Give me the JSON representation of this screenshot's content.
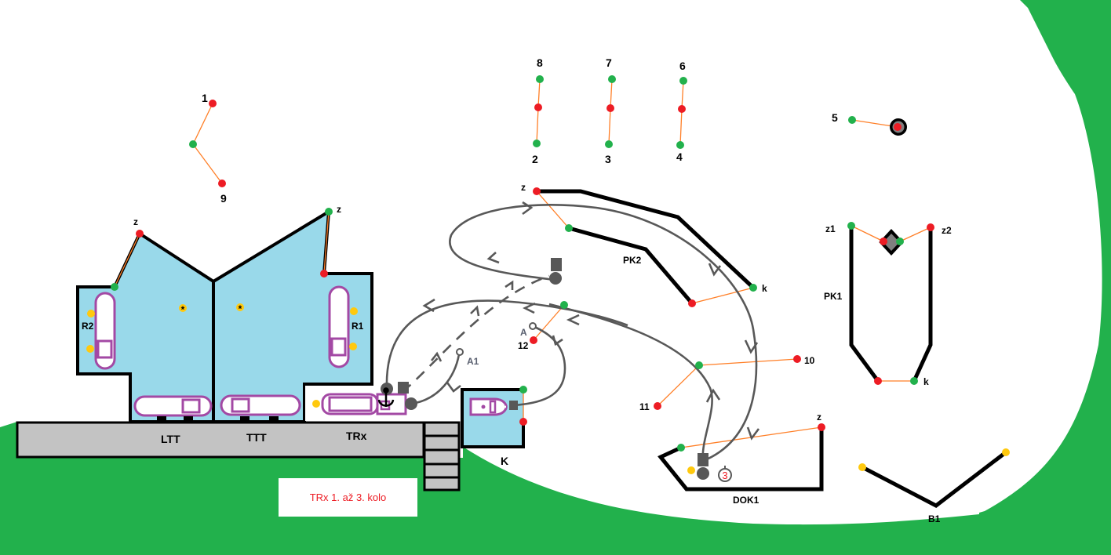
{
  "colors": {
    "land": "#22b14c",
    "water": "#99d9ea",
    "quay": "#c3c3c3",
    "wall": "#000000",
    "vessel_outline": "#a349a4",
    "route": "#585858",
    "buoy_red": "#ed1c24",
    "buoy_green": "#22b14c",
    "buoy_yellow": "#ffc90e",
    "link_line": "#ff7f27",
    "note_text": "#ed1c24"
  },
  "note": {
    "text": "TRx 1. až 3. kolo"
  },
  "berths": {
    "ltt": "LTT",
    "ttt": "TTT",
    "trx": "TRx",
    "r1": "R1",
    "r2": "R2",
    "k": "K"
  },
  "structures": {
    "pk1": "PK1",
    "pk2": "PK2",
    "dok1": "DOK1",
    "b1": "B1"
  },
  "markers": {
    "z_left": "z",
    "z_right": "z",
    "pk2_z": "z",
    "pk2_k": "k",
    "pk1_z1": "z1",
    "pk1_z2": "z2",
    "pk1_k": "k",
    "dok1_z": "z",
    "anchor_a": "A",
    "anchor_a1": "A1",
    "star": "*",
    "dok_badge": "3"
  },
  "gates": [
    {
      "id": "1",
      "label": "1"
    },
    {
      "id": "2",
      "label": "2"
    },
    {
      "id": "3",
      "label": "3"
    },
    {
      "id": "4",
      "label": "4"
    },
    {
      "id": "5",
      "label": "5"
    },
    {
      "id": "6",
      "label": "6"
    },
    {
      "id": "7",
      "label": "7"
    },
    {
      "id": "8",
      "label": "8"
    },
    {
      "id": "9",
      "label": "9"
    },
    {
      "id": "10",
      "label": "10"
    },
    {
      "id": "11",
      "label": "11"
    },
    {
      "id": "12",
      "label": "12"
    }
  ]
}
